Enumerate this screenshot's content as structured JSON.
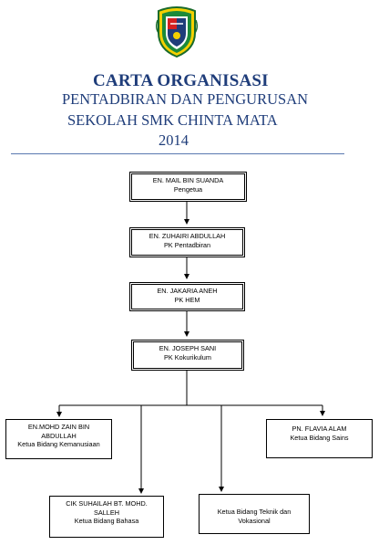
{
  "header": {
    "line1": "CARTA ORGANISASI",
    "line2": "PENTADBIRAN DAN PENGURUSAN",
    "line3": "SEKOLAH SMK CHINTA MATA",
    "line4": "2014"
  },
  "colors": {
    "title": "#1f3d7a",
    "rule": "#5a78b0"
  },
  "logo": {
    "icon": "school-crest-icon"
  },
  "nodes": {
    "pengetua": {
      "name": "EN. MAIL BIN SUANDA",
      "role": "Pengetua"
    },
    "pk_pentadbiran": {
      "name": "EN. ZUHAIRI ABDULLAH",
      "role": "PK Pentadbiran"
    },
    "pk_hem": {
      "name": "EN. JAKARIA ANEH",
      "role": "PK HEM"
    },
    "pk_kokurikulum": {
      "name": "EN. JOSEPH SANI",
      "role": "PK Kokurikulum"
    },
    "kemanusiaan": {
      "name": "EN.MOHD ZAIN BIN ABDULLAH",
      "role": "Ketua Bidang Kemanusiaan"
    },
    "bahasa": {
      "name": "CIK SUHAILAH BT. MOHD. SALLEH",
      "role": "Ketua Bidang Bahasa"
    },
    "teknik": {
      "name": "",
      "role": "Ketua Bidang Teknik dan Vokasional"
    },
    "sains": {
      "name": "PN. FLAVIA ALAM",
      "role": "Ketua Bidang Sains"
    }
  }
}
